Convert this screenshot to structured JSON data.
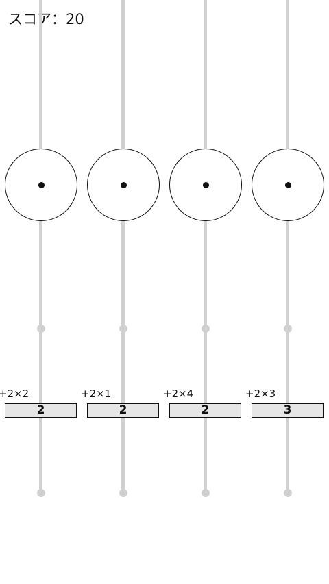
{
  "score_text": "スコア：20",
  "lanes": [
    {
      "multiplier": "+2×2",
      "value": "2"
    },
    {
      "multiplier": "+2×1",
      "value": "2"
    },
    {
      "multiplier": "+2×4",
      "value": "2"
    },
    {
      "multiplier": "+2×3",
      "value": "3"
    }
  ],
  "colors": {
    "rail": "#d0d0d0",
    "ring": "#111111",
    "box_fill": "#e6e6e6"
  }
}
